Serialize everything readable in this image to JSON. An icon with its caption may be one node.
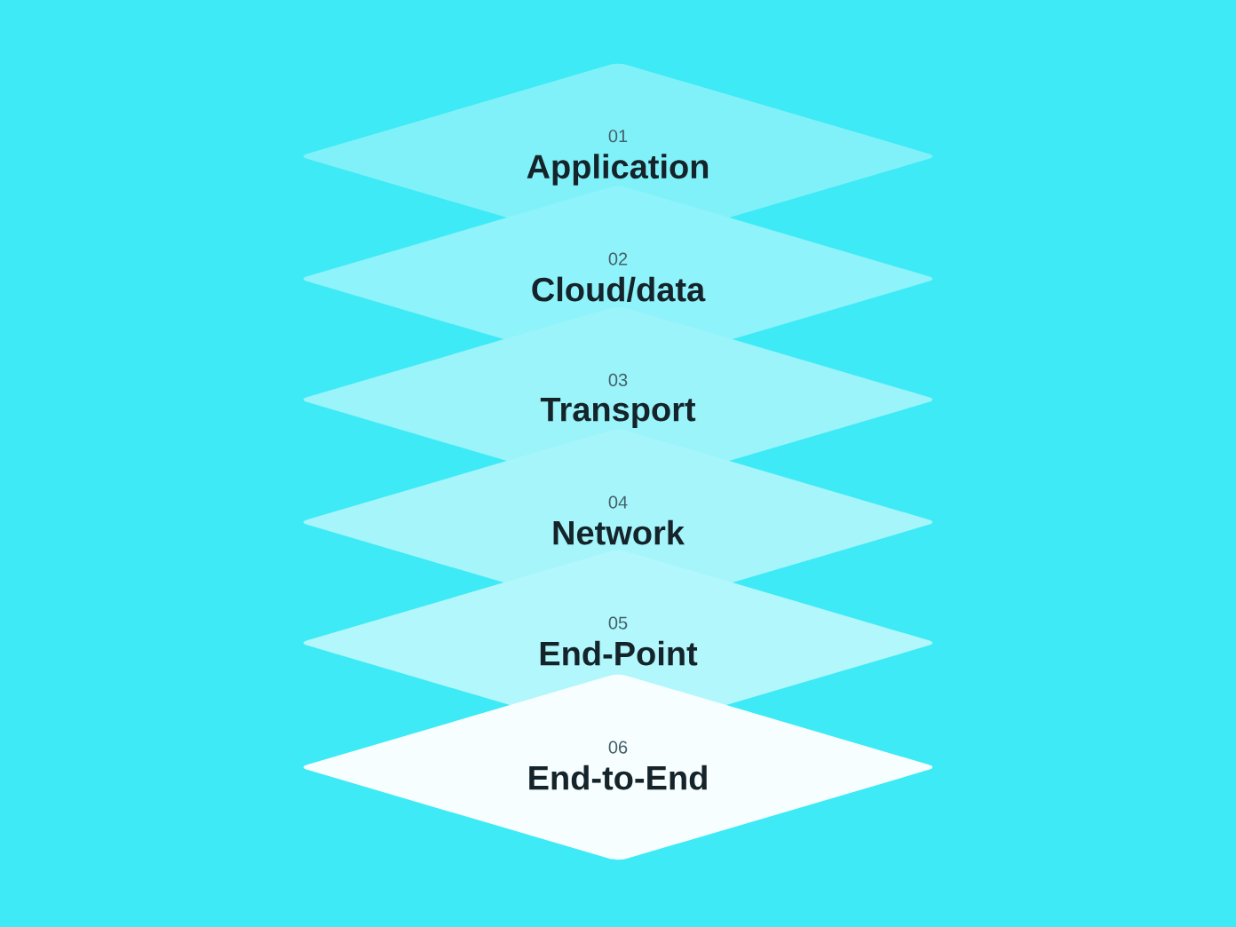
{
  "diagram": {
    "nodes": [
      {
        "text": [
          "01",
          "Application"
        ]
      },
      {
        "text": [
          "02",
          "Cloud/data"
        ]
      },
      {
        "text": [
          "03",
          "Transport"
        ]
      },
      {
        "text": [
          "04",
          "Network"
        ]
      },
      {
        "text": [
          "05",
          "End-Point"
        ]
      },
      {
        "text": [
          "06",
          "End-to-End"
        ]
      }
    ]
  }
}
